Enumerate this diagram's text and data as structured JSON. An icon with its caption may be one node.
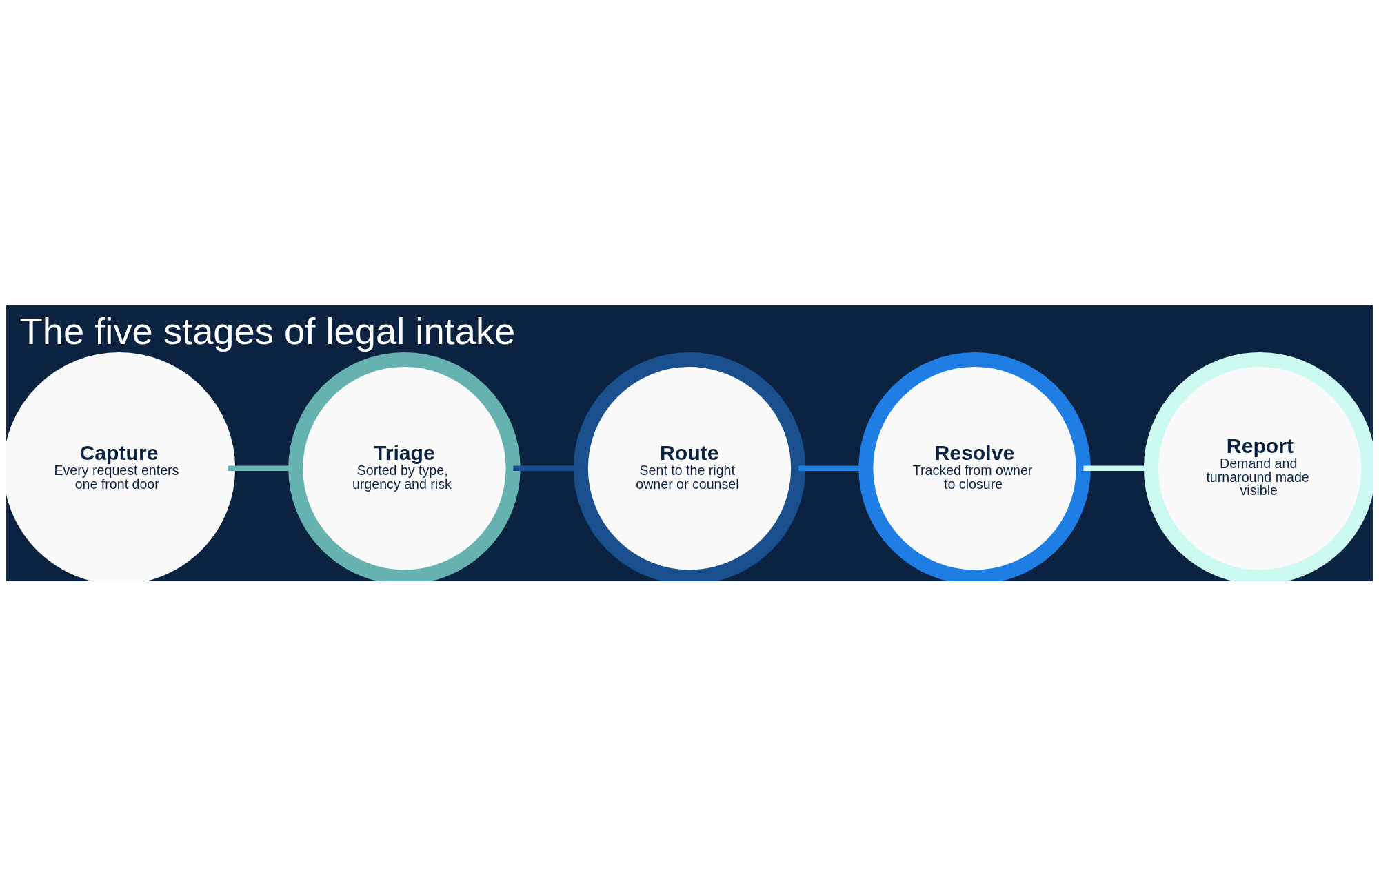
{
  "diagram": {
    "title": "The five stages of legal intake",
    "nodes": [
      {
        "text": [
          "Capture",
          "Every request enters one front door"
        ]
      },
      {
        "text": [
          "Triage",
          "Sorted by type, urgency and risk"
        ]
      },
      {
        "text": [
          "Route",
          "Sent to the right owner or counsel"
        ]
      },
      {
        "text": [
          "Resolve",
          "Tracked from owner to closure"
        ]
      },
      {
        "text": [
          "Report",
          "Demand and turnaround made visible"
        ]
      }
    ],
    "edges": [
      {
        "from": 0,
        "to": 1,
        "arrow": "none",
        "color": "#66b2b0"
      },
      {
        "from": 1,
        "to": 2,
        "arrow": "none",
        "color": "#184f8c"
      },
      {
        "from": 2,
        "to": 3,
        "arrow": "none",
        "color": "#1f7ee3"
      },
      {
        "from": 3,
        "to": 4,
        "arrow": "none",
        "color": "#cdfaf0"
      }
    ]
  }
}
